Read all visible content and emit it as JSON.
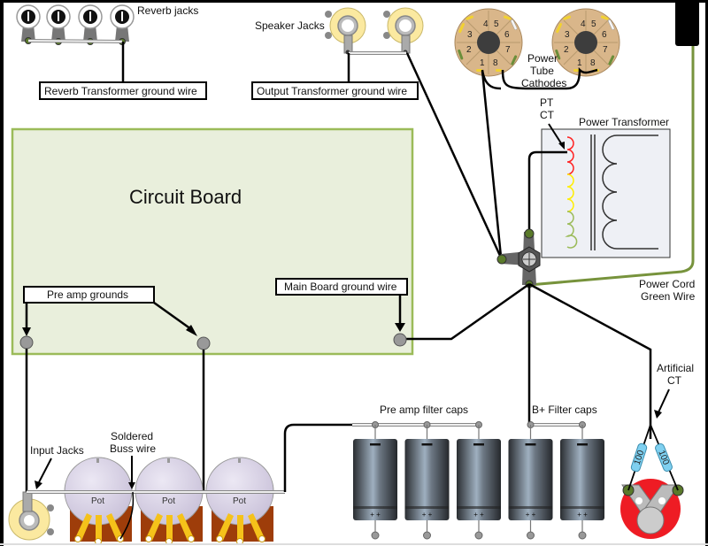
{
  "diagram": {
    "title": "Amplifier grounding layout",
    "circuit_board": {
      "label": "Circuit Board",
      "fill": "#e9efdc",
      "border": "#9bbb59"
    },
    "labels": {
      "reverb_jacks": "Reverb jacks",
      "speaker_jacks": "Speaker Jacks",
      "power_tube_cathodes": [
        "Power",
        "Tube",
        "Cathodes"
      ],
      "pt_ct": [
        "PT",
        "CT"
      ],
      "power_transformer": "Power Transformer",
      "power_cord_green_wire": [
        "Power Cord",
        "Green Wire"
      ],
      "artificial_ct": [
        "Artificial",
        "CT"
      ],
      "pre_amp_filter_caps": "Pre amp filter caps",
      "b_plus_filter_caps": "B+ Filter caps",
      "input_jacks": "Input Jacks",
      "soldered_buss_wire": [
        "Soldered",
        "Buss wire"
      ]
    },
    "callout_boxes": {
      "reverb_transformer_ground": "Reverb Transformer ground wire",
      "output_transformer_ground": "Output Transformer ground wire",
      "pre_amp_grounds": "Pre amp grounds",
      "main_board_ground": "Main Board ground wire"
    },
    "pots": [
      "Pot",
      "Pot",
      "Pot"
    ],
    "tube_socket_pins": [
      "1",
      "2",
      "3",
      "4",
      "5",
      "6",
      "7",
      "8"
    ],
    "capacitors": {
      "pre_amp": 3,
      "b_plus": 2,
      "negative_mark": "—",
      "positive_mark": "+ +"
    },
    "resistor_labels": [
      "100",
      "100"
    ],
    "colors": {
      "wire": "#000000",
      "ground_green": "#77933c",
      "pt_red": "#ff2020",
      "pt_yellow": "#ffee00",
      "pt_green": "#9bbb59",
      "jack_yellow": "#fbe9a0",
      "tube_socket": "#d9b68a",
      "lamp_red": "#ee1c24",
      "resistor_blue": "#7fd0f0"
    }
  }
}
